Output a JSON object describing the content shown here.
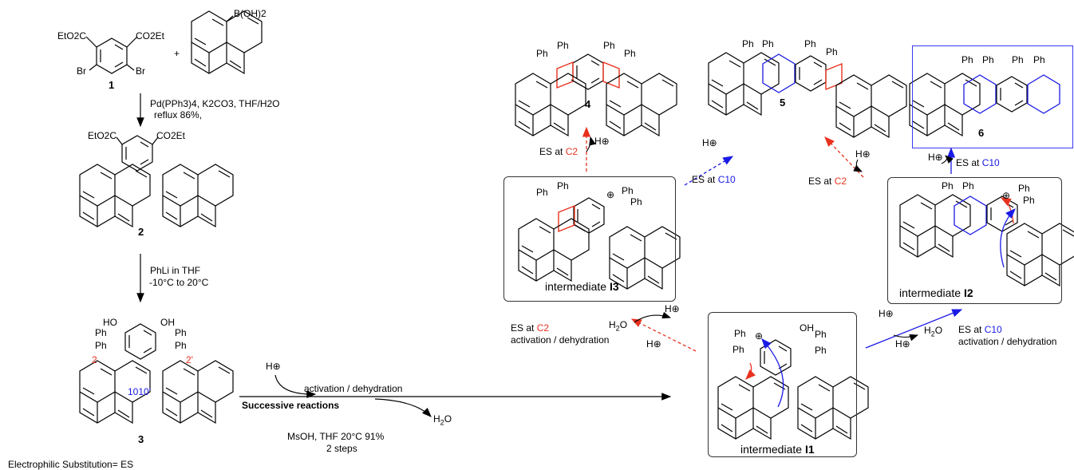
{
  "reagents": {
    "step1_line1": "Pd(PPh3)4, K2CO3, THF/H2O",
    "step1_line2": "reflux 86%,",
    "step2_line1": "PhLi in THF",
    "step2_line2": "-10°C to 20°C",
    "step3_above": "activation / dehydration",
    "step3_below": "Successive reactions",
    "step3_cond1": "MsOH, THF 20°C 91%",
    "step3_cond2": "2 steps"
  },
  "compounds": {
    "c1": "1",
    "c2": "2",
    "c3": "3",
    "c4": "4",
    "c5": "5",
    "c6": "6"
  },
  "groups": {
    "eto2c": "EtO2C",
    "co2et": "CO2Et",
    "br": "Br",
    "boh2": "B(OH)2",
    "plus": "+",
    "ph": "Ph",
    "ho": "HO",
    "oh": "OH",
    "h": "H",
    "h2o": "H2O"
  },
  "positions": {
    "p2": "2",
    "p2prime": "2'",
    "p1010": "1010'"
  },
  "intermediates": {
    "i1": "intermediate ",
    "i1_bold": "I1",
    "i2": "intermediate ",
    "i2_bold": "I2",
    "i3": "intermediate ",
    "i3_bold": "I3"
  },
  "es_labels": {
    "es_at": "ES at ",
    "c2": "C2",
    "c10": "C10",
    "activation": "activation / dehydration"
  },
  "footnote": "Electrophilic Substitution= ES",
  "colors": {
    "red": "#e8321e",
    "blue": "#1a1ae6",
    "black": "#000000",
    "box": "#333333"
  }
}
